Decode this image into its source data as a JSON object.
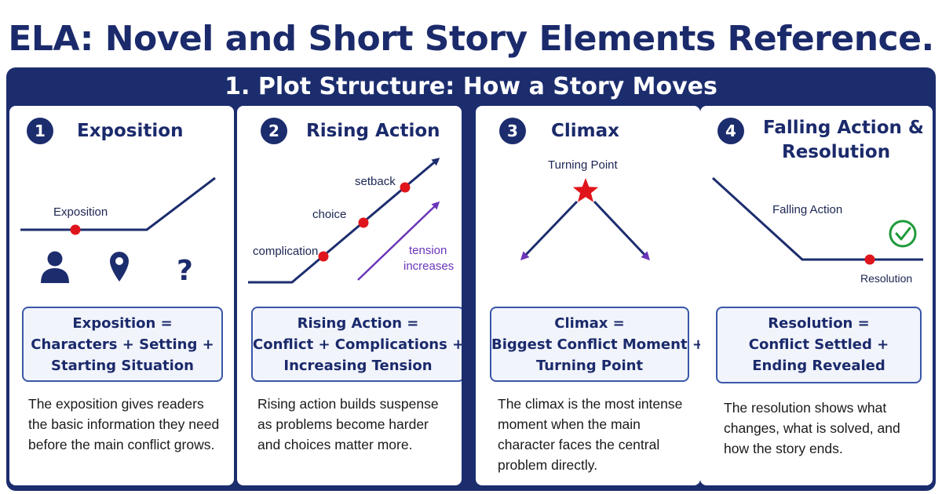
{
  "title": "ELA: Novel and Short Story Elements Reference.",
  "section": {
    "heading": "1. Plot Structure: How a Story Moves"
  },
  "colors": {
    "navy": "#1c2d6e",
    "marker_red": "#e0151c",
    "purple_arrow": "#6a35b8",
    "check_green": "#1f9a3a",
    "box_border": "#3a56a8",
    "box_fill": "#f1f4fb"
  },
  "steps": [
    {
      "number": "1",
      "title": "Exposition",
      "diagram": {
        "labels": [
          "Exposition"
        ],
        "icons": [
          "person-icon",
          "location-pin-icon",
          "question-mark-icon"
        ],
        "question_glyph": "?"
      },
      "summary": {
        "lines": [
          "Exposition =",
          "Characters + Setting +",
          "Starting Situation"
        ]
      },
      "description": [
        "The exposition gives readers",
        "the basic information they need",
        "before the main conflict grows."
      ]
    },
    {
      "number": "2",
      "title": "Rising Action",
      "diagram": {
        "labels": [
          "complication",
          "choice",
          "setback"
        ],
        "tension_label": [
          "tension",
          "increases"
        ]
      },
      "summary": {
        "lines": [
          "Rising Action =",
          "Conflict + Complications +",
          "Increasing Tension"
        ]
      },
      "description": [
        "Rising action builds suspense",
        "as problems become harder",
        "and choices matter more."
      ]
    },
    {
      "number": "3",
      "title": "Climax",
      "diagram": {
        "labels": [
          "Turning Point"
        ],
        "icons": [
          "star-icon"
        ]
      },
      "summary": {
        "lines": [
          "Climax =",
          "Biggest Conflict Moment +",
          "Turning Point"
        ]
      },
      "description": [
        "The climax is the most intense",
        "moment when the main",
        "character faces the central",
        "problem directly."
      ]
    },
    {
      "number": "4",
      "title_lines": [
        "Falling Action &",
        "Resolution"
      ],
      "diagram": {
        "labels": [
          "Falling Action",
          "Resolution"
        ],
        "icons": [
          "checkmark-circle-icon"
        ]
      },
      "summary": {
        "lines": [
          "Resolution =",
          "Conflict Settled +",
          "Ending Revealed"
        ]
      },
      "description": [
        "The resolution shows what",
        "changes, what is solved, and",
        "how the story ends."
      ]
    }
  ]
}
